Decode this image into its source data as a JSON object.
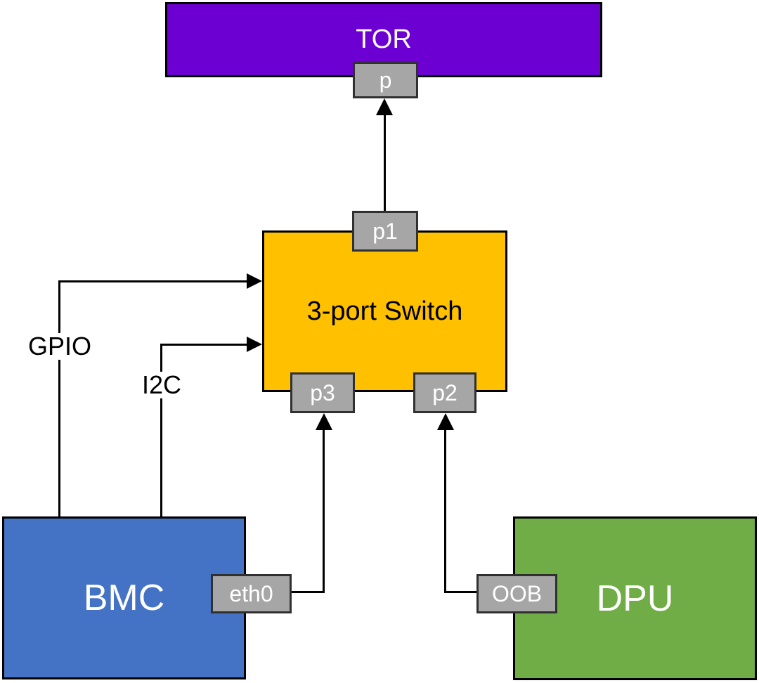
{
  "diagram": {
    "background": "#FFFFFF",
    "nodes": {
      "tor": {
        "label": "TOR",
        "fill": "#6C00D2",
        "text_color": "#FFFFFF"
      },
      "switch": {
        "label": "3-port Switch",
        "fill": "#FFC000",
        "text_color": "#000000"
      },
      "bmc": {
        "label": "BMC",
        "fill": "#4472C4",
        "text_color": "#FFFFFF"
      },
      "dpu": {
        "label": "DPU",
        "fill": "#70AD47",
        "text_color": "#FFFFFF"
      }
    },
    "ports": {
      "fill": "#A6A6A6",
      "text_color": "#FFFFFF",
      "p": {
        "label": "p",
        "attached_to": "tor"
      },
      "p1": {
        "label": "p1",
        "attached_to": "switch"
      },
      "p2": {
        "label": "p2",
        "attached_to": "switch"
      },
      "p3": {
        "label": "p3",
        "attached_to": "switch"
      },
      "eth0": {
        "label": "eth0",
        "attached_to": "bmc"
      },
      "oob": {
        "label": "OOB",
        "attached_to": "dpu"
      }
    },
    "edges": [
      {
        "from": "p1",
        "to": "p",
        "label": ""
      },
      {
        "from": "eth0",
        "to": "p3",
        "label": ""
      },
      {
        "from": "OOB",
        "to": "p2",
        "label": ""
      },
      {
        "from": "BMC",
        "to": "switch",
        "label": "GPIO"
      },
      {
        "from": "BMC",
        "to": "switch",
        "label": "I2C"
      }
    ],
    "line_color": "#000000"
  }
}
